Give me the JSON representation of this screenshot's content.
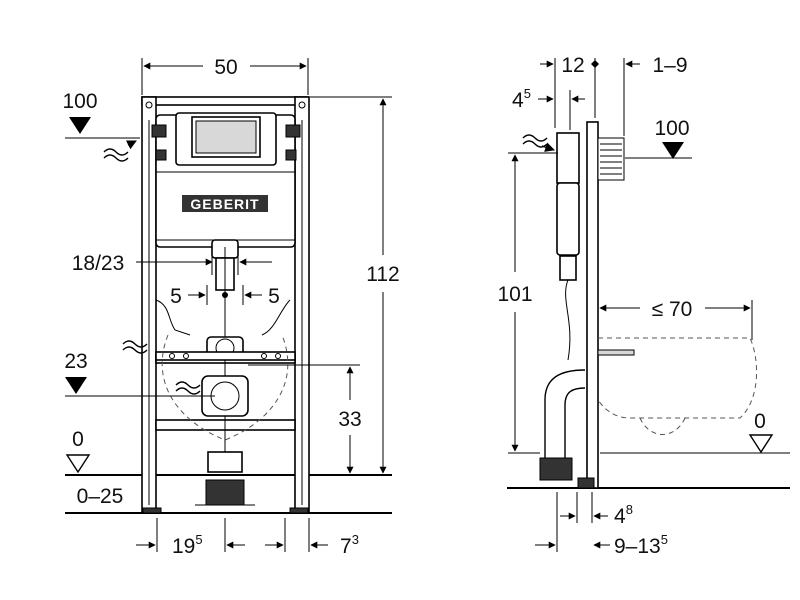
{
  "brand": "GEBERIT",
  "front_view": {
    "width": "50",
    "water_height": "100",
    "height": "112",
    "flush_pipe": "18/23",
    "offset_left": "5",
    "offset_right": "5",
    "drain_height": "23",
    "outlet_height": "33",
    "floor_level": "0",
    "floor_adjust": "0–25",
    "bottom_left": {
      "base": "19",
      "sup": "5"
    },
    "bottom_right": {
      "base": "7",
      "sup": "3"
    }
  },
  "side_view": {
    "top_depth": "12",
    "top_range": "1–9",
    "top_small": {
      "base": "4",
      "sup": "5"
    },
    "water_height": "100",
    "height": "101",
    "bowl_depth": "≤ 70",
    "floor_level": "0",
    "bottom_small": {
      "base": "4",
      "sup": "8"
    },
    "bottom_range": {
      "base": "9–13",
      "sup": "5"
    }
  },
  "icons": {
    "level_marker": "level-triangle-icon",
    "open_level_marker": "open-level-triangle-icon",
    "water_supply": "water-wave-icon"
  }
}
